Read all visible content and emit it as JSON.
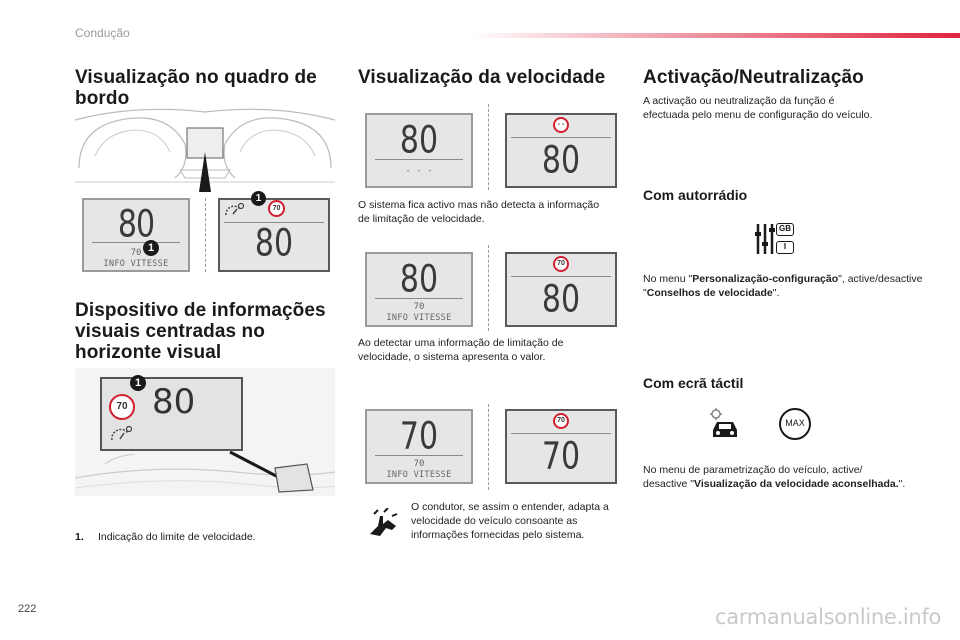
{
  "header": {
    "section": "Condução"
  },
  "col1": {
    "title1": "Visualização no quadro de bordo",
    "lcd_speed": "80",
    "lcd_limit": "70",
    "lcd_info": "INFO VITESSE",
    "badge": "1",
    "sign": "70",
    "lcd2_speed": "80",
    "title2": "Dispositivo de informações visuais centradas no horizonte visual",
    "hud_sign": "70",
    "hud_badge": "1",
    "hud_speed": "80",
    "list_num": "1.",
    "list_text": "Indicação do limite de velocidade."
  },
  "col2": {
    "title": "Visualização da velocidade",
    "row1": {
      "left_speed": "80",
      "left_dashes": "- - -",
      "sign": "- -",
      "right_speed": "80"
    },
    "text1": "O sistema fica activo mas não detecta a informação de limitação de velocidade.",
    "row2": {
      "left_speed": "80",
      "left_limit": "70",
      "left_info": "INFO VITESSE",
      "sign": "70",
      "right_speed": "80"
    },
    "text2": "Ao detectar uma informação de limitação de velocidade, o sistema apresenta o valor.",
    "row3": {
      "left_speed": "70",
      "left_limit": "70",
      "left_info": "INFO VITESSE",
      "sign": "70",
      "right_speed": "70"
    },
    "note": "O condutor, se assim o entender, adapta a velocidade do veículo consoante as informações fornecidas pelo sistema."
  },
  "col3": {
    "title": "Activação/Neutralização",
    "intro": "A activação ou neutralização da função é efectuada pelo menu de configuração do veículo.",
    "sub1": "Com autorrádio",
    "radio_icon_gb": "GB",
    "radio_icon_i": "I",
    "menu1_pre": "No menu \"",
    "menu1_bold": "Personalização-configuração",
    "menu1_mid": "\", active/desactive \"",
    "menu1_bold2": "Conselhos de velocidade",
    "menu1_end": "\".",
    "sub2": "Com ecrã táctil",
    "max_label": "MAX",
    "menu2_pre": "No menu de parametrização do veículo, active/ desactive \"",
    "menu2_bold": "Visualização da velocidade aconselhada.",
    "menu2_end": "\"."
  },
  "footer": {
    "page": "222",
    "watermark": "carmanualsonline.info"
  }
}
